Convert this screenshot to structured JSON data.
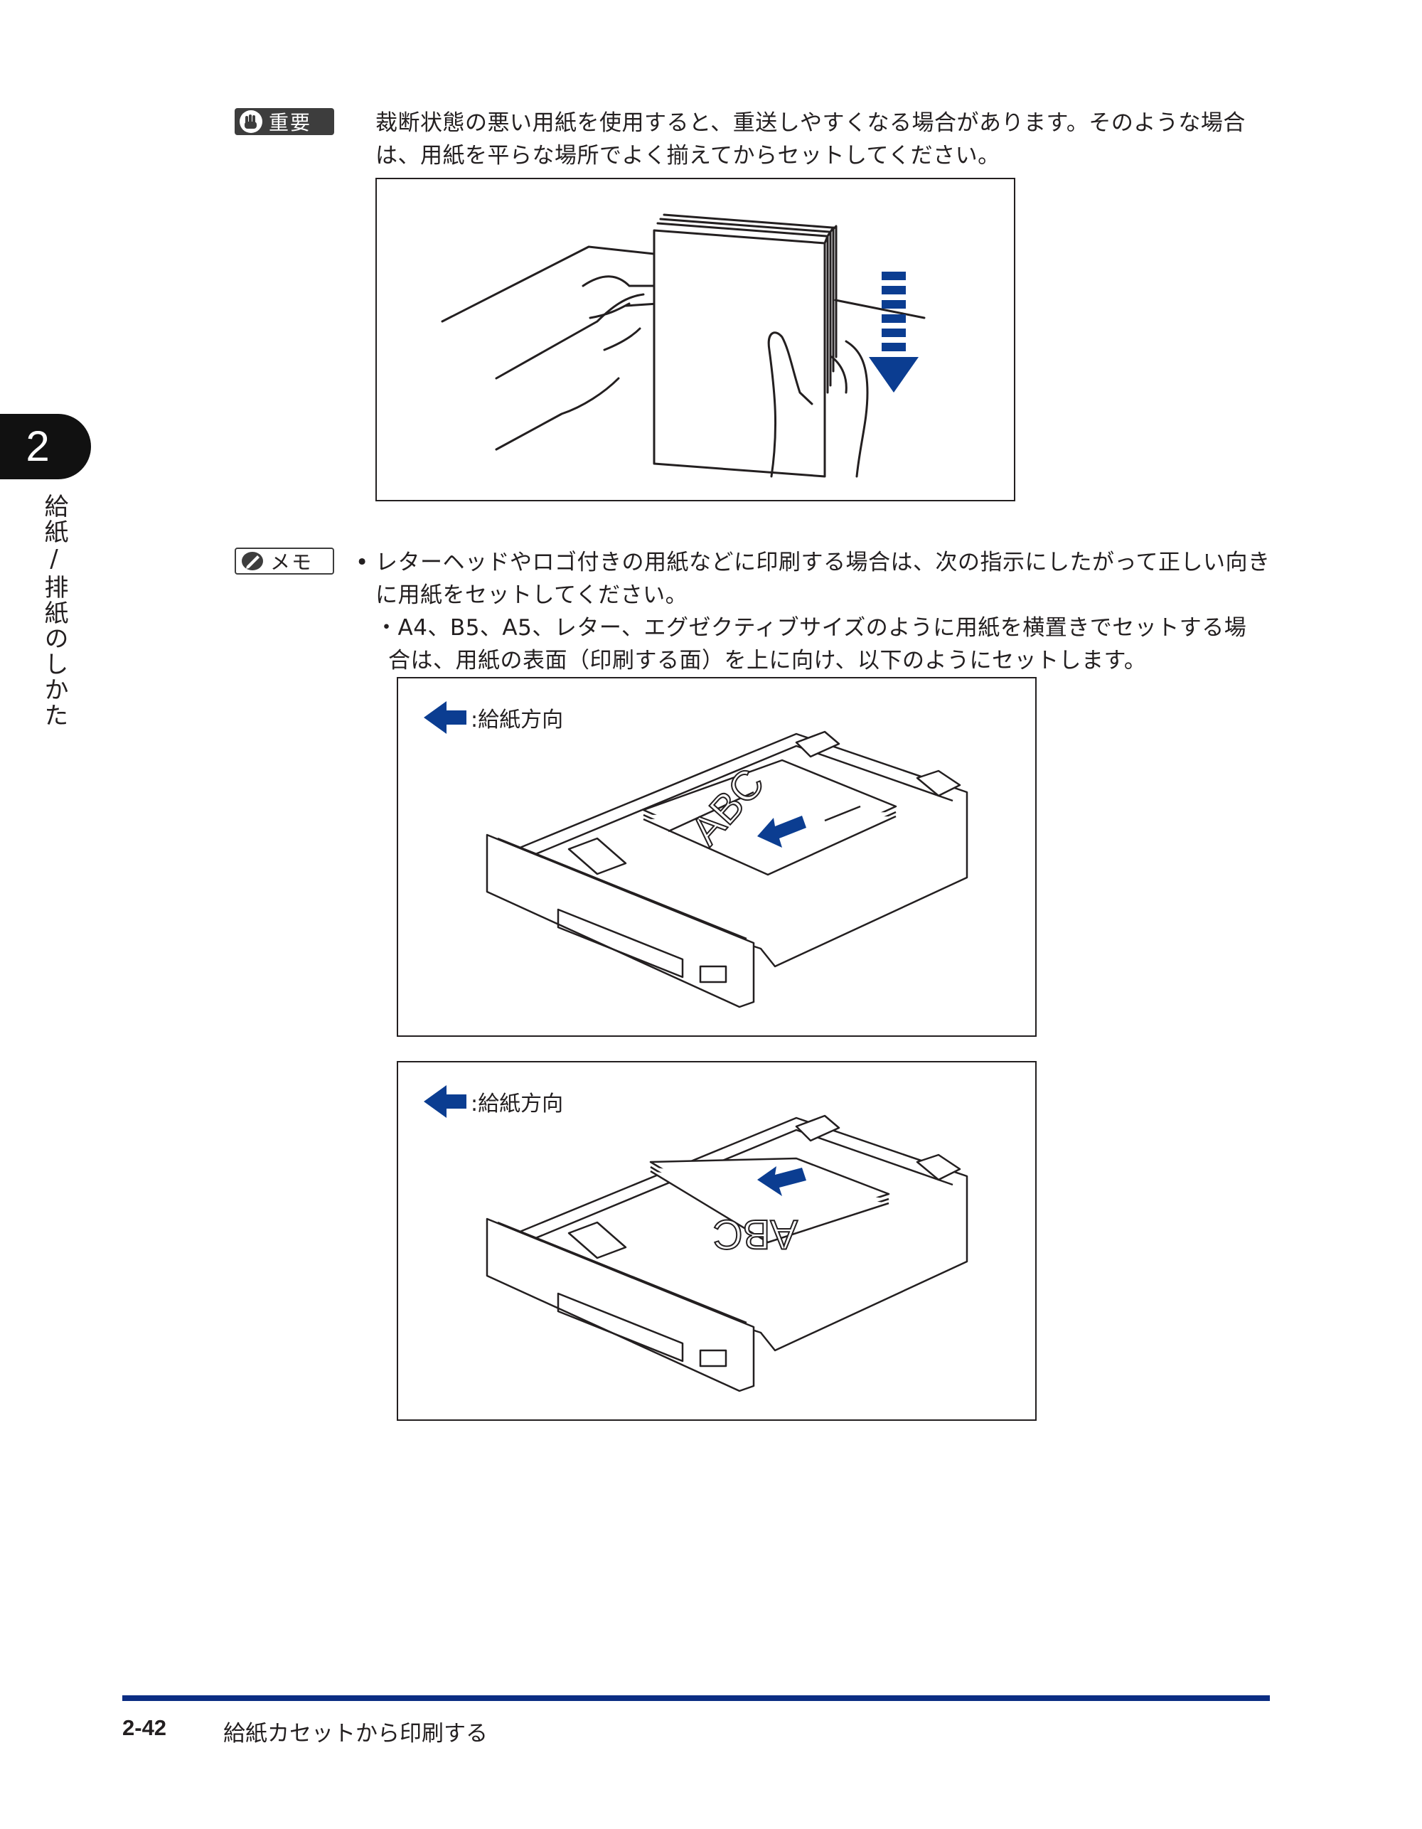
{
  "chapter": {
    "number": "2",
    "title": "給紙/排紙のしかた"
  },
  "important": {
    "badge": "重要",
    "lines": [
      "裁断状態の悪い用紙を使用すると、重送しやすくなる場合があります。そのような場合",
      "は、用紙を平らな場所でよく揃えてからセットしてください。"
    ]
  },
  "memo": {
    "badge": "メモ",
    "bullet": "•",
    "bullet_lines": [
      "レターヘッドやロゴ付きの用紙などに印刷する場合は、次の指示にしたがって正しい向き",
      "に用紙をセットしてください。"
    ],
    "sub_lines": [
      "・A4、B5、A5、レター、エグゼクティブサイズのように用紙を横置きでセットする場",
      "合は、用紙の表面（印刷する面）を上に向け、以下のようにセットします。"
    ]
  },
  "figures": {
    "tray_1": {
      "legend": ":給紙方向",
      "paper_text": "ABC"
    },
    "tray_2": {
      "legend": ":給紙方向",
      "paper_text": "ABC"
    }
  },
  "colors": {
    "accent_blue": "#0b3d91",
    "footer_rule": "#0b2d83",
    "ink": "#231f20"
  },
  "footer": {
    "page_number": "2-42",
    "title": "給紙カセットから印刷する"
  }
}
